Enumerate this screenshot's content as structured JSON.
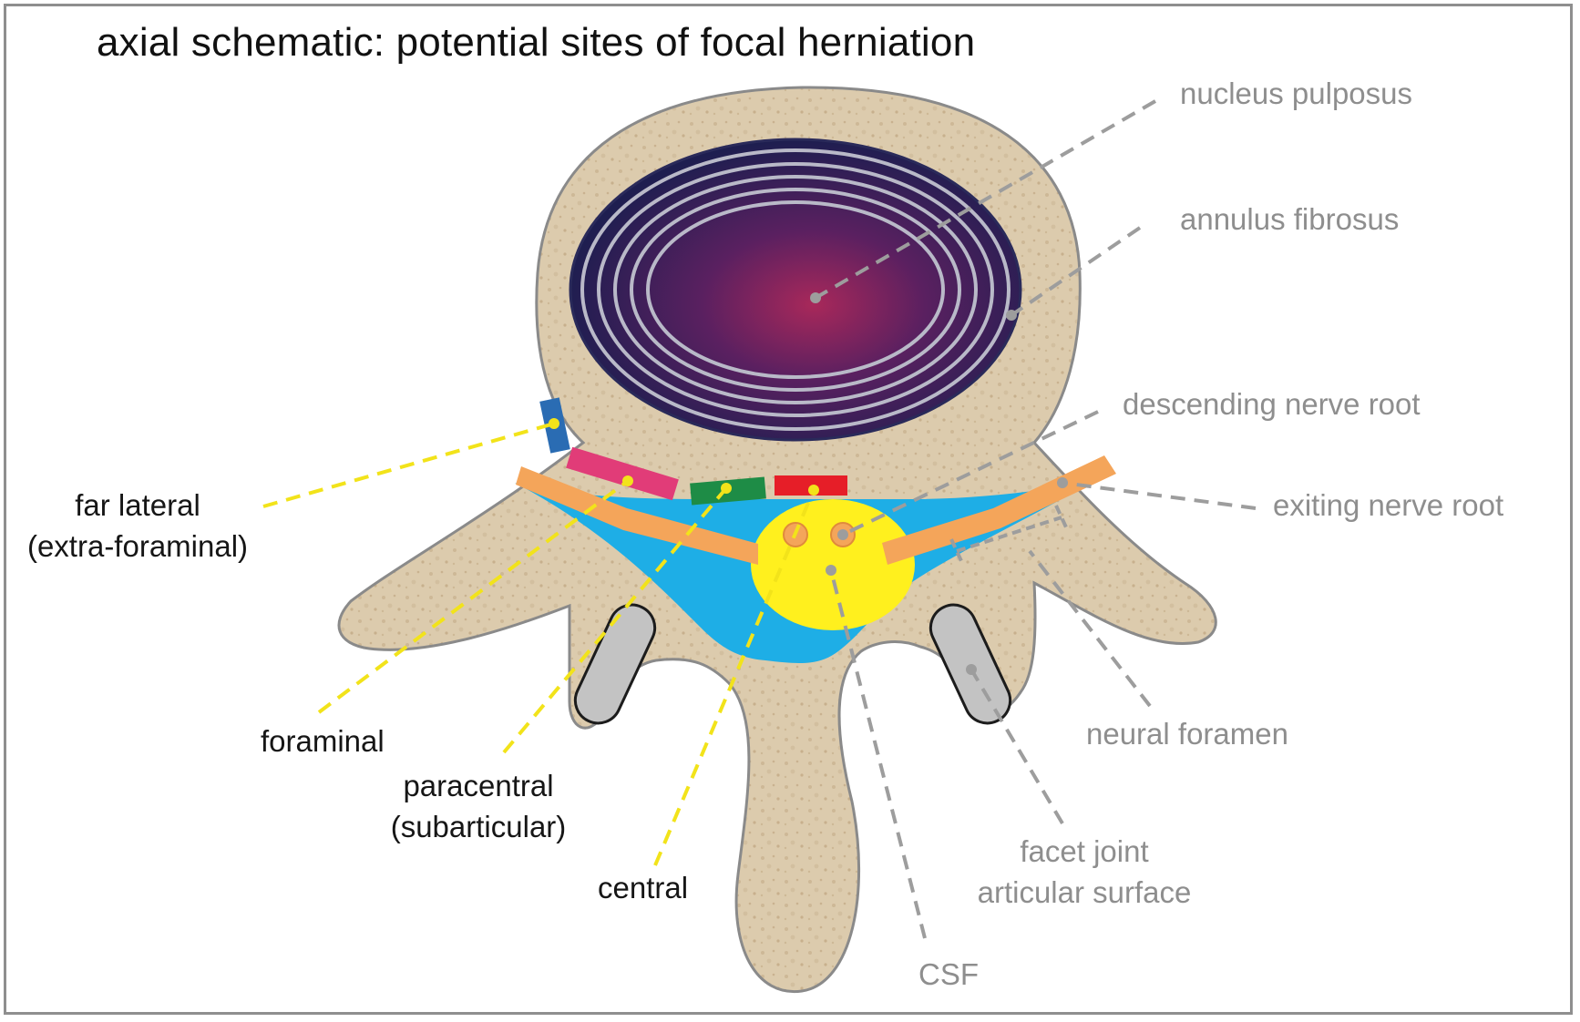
{
  "title": "axial schematic: potential sites of focal herniation",
  "labels": {
    "nucleus_pulposus": "nucleus pulposus",
    "annulus_fibrosus": "annulus fibrosus",
    "descending_nerve_root": "descending nerve root",
    "exiting_nerve_root": "exiting nerve root",
    "neural_foramen": "neural foramen",
    "facet_joint_line1": "facet joint",
    "facet_joint_line2": "articular surface",
    "csf": "CSF",
    "far_lateral_line1": "far lateral",
    "far_lateral_line2": "(extra-foraminal)",
    "foraminal": "foraminal",
    "paracentral_line1": "paracentral",
    "paracentral_line2": "(subarticular)",
    "central": "central"
  },
  "colors": {
    "bone": "#dccbad",
    "bone_outline": "#8a8a8a",
    "disc_dark": "#1e1e50",
    "disc_center": "#a8285a",
    "annulus_rings": "#b9b9c8",
    "csf": "#1eaee6",
    "thecal_sac": "#fff01e",
    "nerve_root": "#f4a55a",
    "facet": "#c3c3c3",
    "far_lateral_marker": "#2a6cb3",
    "foraminal_marker": "#e13c78",
    "paracentral_marker": "#1e8c46",
    "central_marker": "#e61e28",
    "yellow_leader": "#f2e31a",
    "grey_leader": "#9d9d9d"
  }
}
